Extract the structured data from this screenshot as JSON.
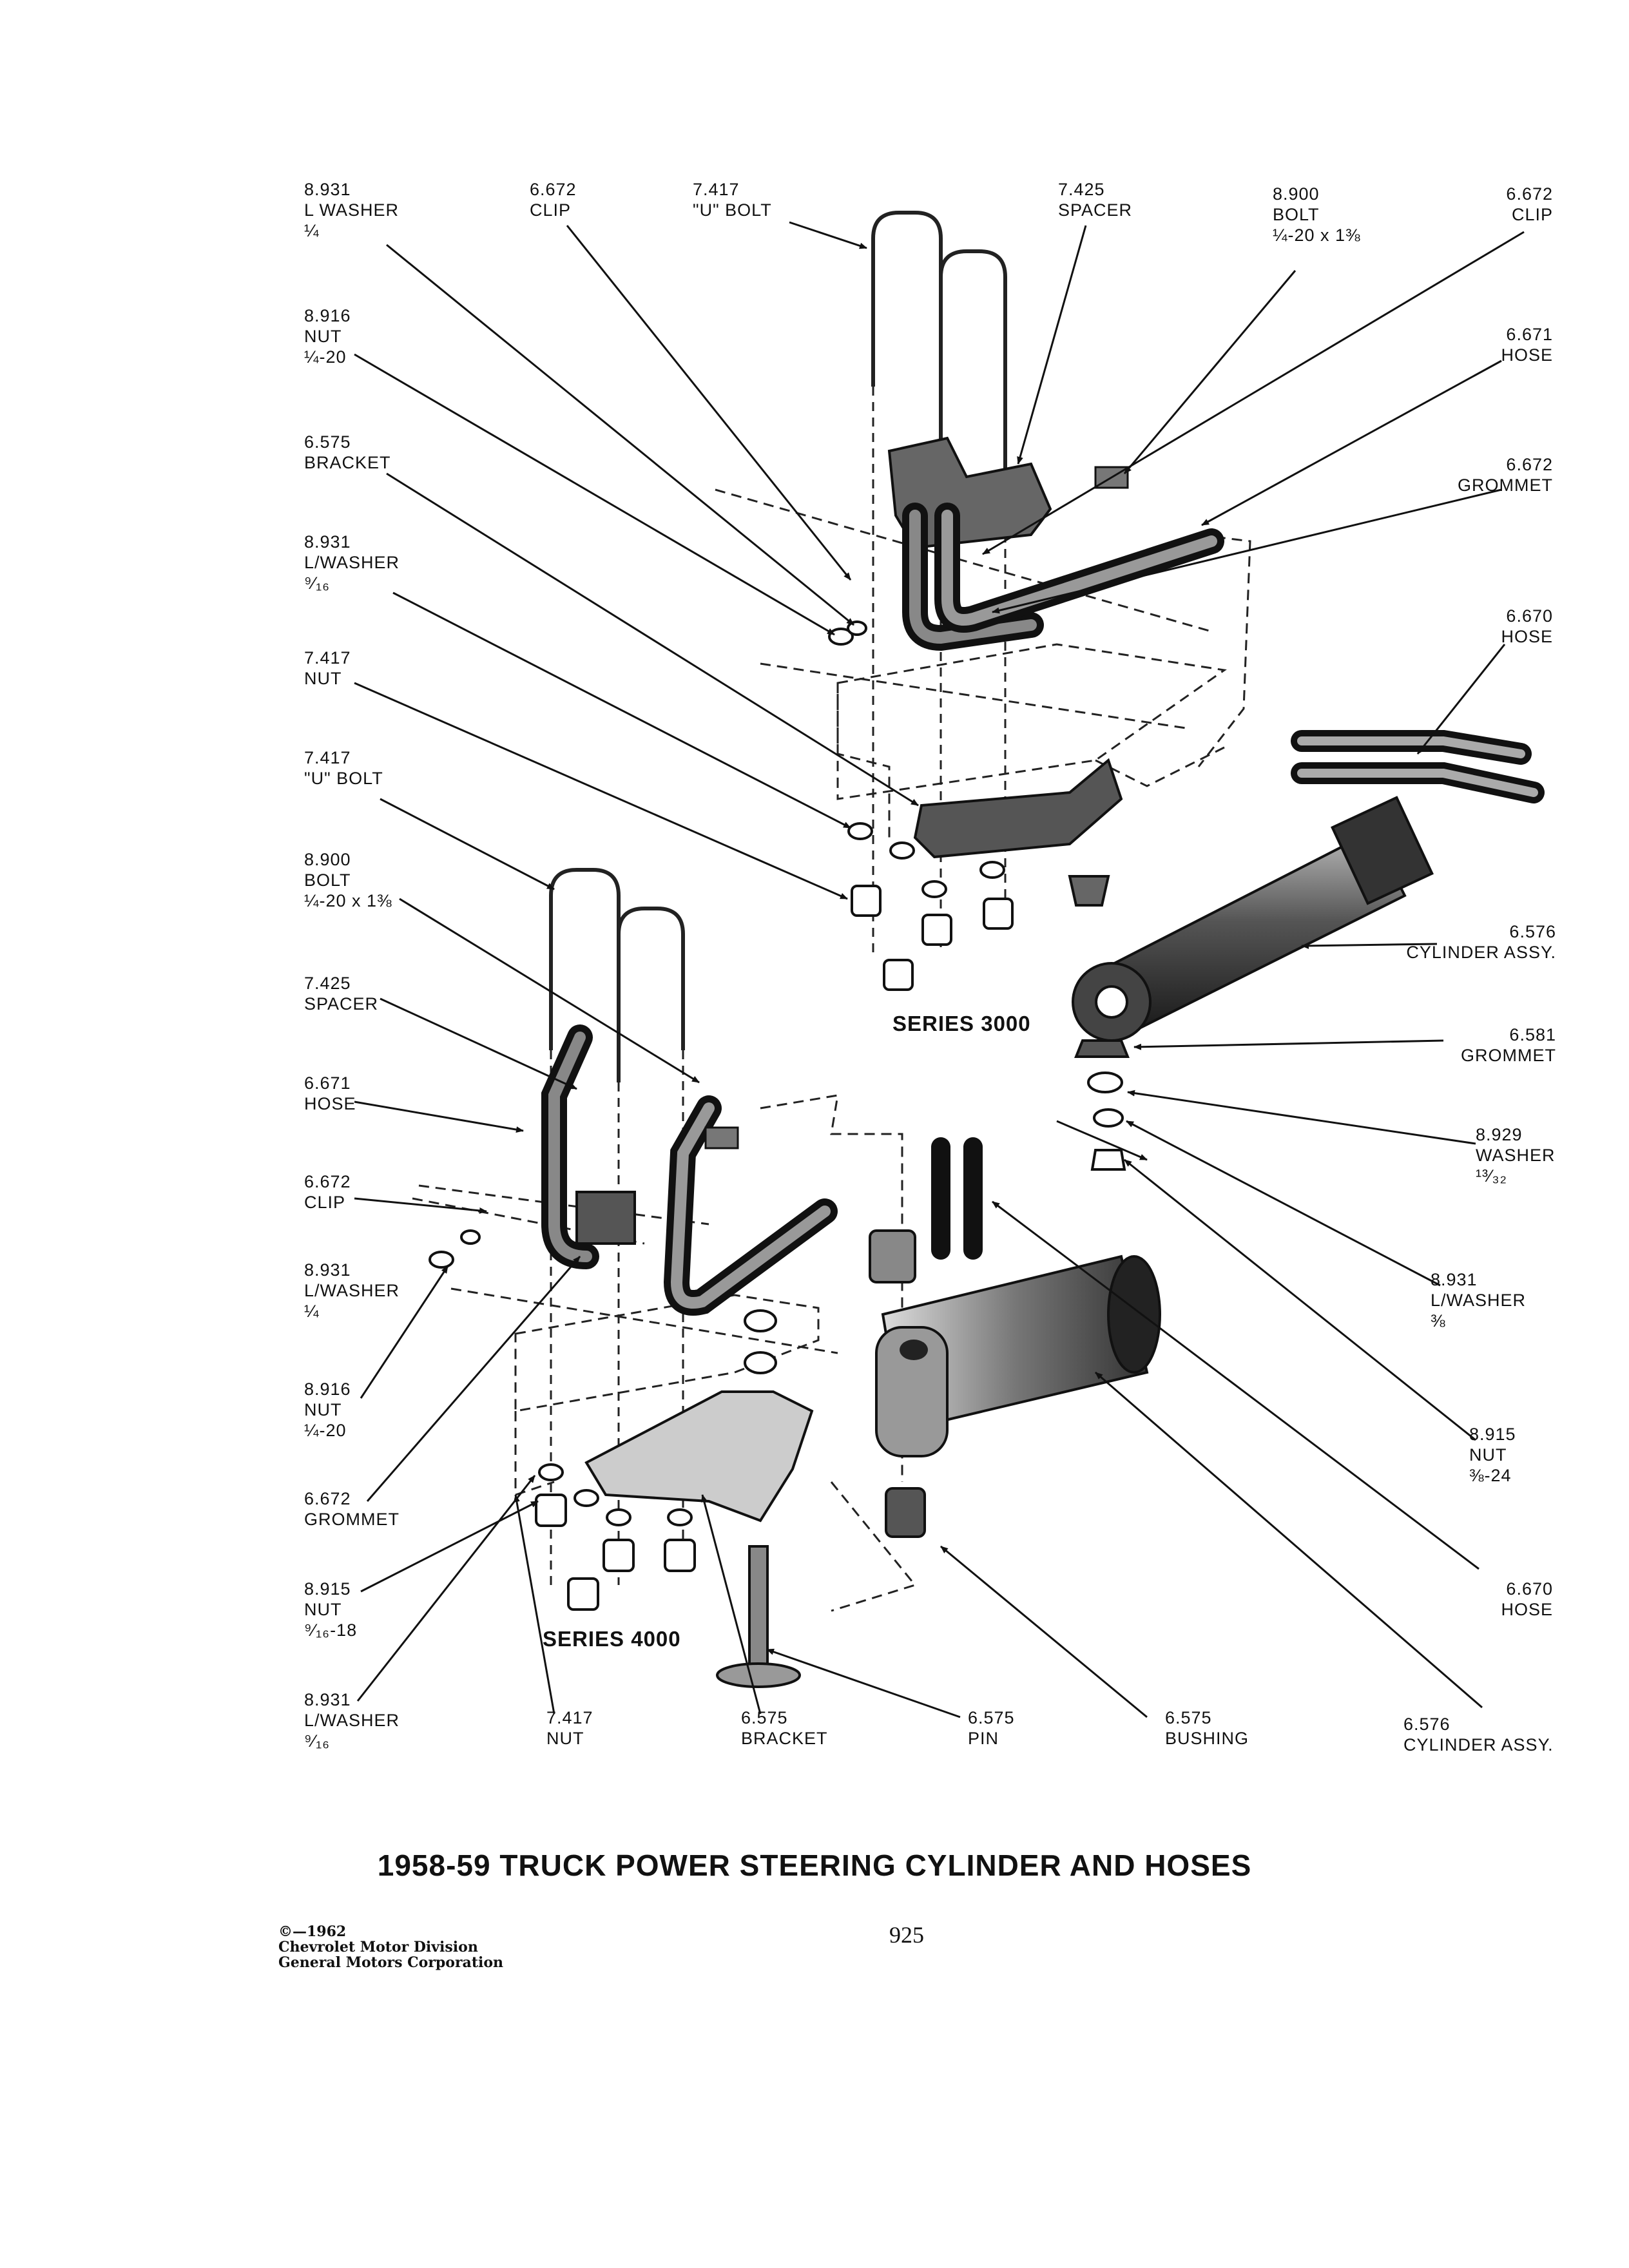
{
  "callouts": {
    "c1": [
      "8.931",
      "L WASHER",
      "¼"
    ],
    "c2": [
      "6.672",
      "CLIP"
    ],
    "c3": [
      "7.417",
      "\"U\" BOLT"
    ],
    "c4": [
      "7.425",
      "SPACER"
    ],
    "c5": [
      "8.900",
      "BOLT",
      "¼-20 x 1⅜"
    ],
    "c6": [
      "6.672",
      "CLIP"
    ],
    "c7": [
      "8.916",
      "NUT",
      "¼-20"
    ],
    "c8": [
      "6.671",
      "HOSE"
    ],
    "c9": [
      "6.575",
      "BRACKET"
    ],
    "c10": [
      "6.672",
      "GROMMET"
    ],
    "c11": [
      "8.931",
      "L/WASHER",
      "⁹⁄₁₆"
    ],
    "c12": [
      "6.670",
      "HOSE"
    ],
    "c13": [
      "7.417",
      "NUT"
    ],
    "c14": [
      "7.417",
      "\"U\" BOLT"
    ],
    "c15": [
      "8.900",
      "BOLT",
      "¼-20 x 1⅜"
    ],
    "c16": [
      "6.576",
      "CYLINDER ASSY."
    ],
    "c17": [
      "7.425",
      "SPACER"
    ],
    "c18": [
      "6.581",
      "GROMMET"
    ],
    "c19": [
      "6.671",
      "HOSE"
    ],
    "c20": [
      "8.929",
      "WASHER",
      "¹³⁄₃₂"
    ],
    "c21": [
      "6.672",
      "CLIP"
    ],
    "c22": [
      "8.931",
      "L/WASHER",
      "¼"
    ],
    "c23": [
      "8.931",
      "L/WASHER",
      "⅜"
    ],
    "c24": [
      "8.916",
      "NUT",
      "¼-20"
    ],
    "c25": [
      "8.915",
      "NUT",
      "⅜-24"
    ],
    "c26": [
      "6.672",
      "GROMMET"
    ],
    "c27": [
      "8.915",
      "NUT",
      "⁹⁄₁₆-18"
    ],
    "c28": [
      "6.670",
      "HOSE"
    ],
    "c29": [
      "8.931",
      "L/WASHER",
      "⁹⁄₁₆"
    ],
    "c30": [
      "7.417",
      "NUT"
    ],
    "c31": [
      "6.575",
      "BRACKET"
    ],
    "c32": [
      "6.575",
      "PIN"
    ],
    "c33": [
      "6.575",
      "BUSHING"
    ],
    "c34": [
      "6.576",
      "CYLINDER ASSY."
    ]
  },
  "series_labels": {
    "upper": "SERIES 3000",
    "lower": "SERIES 4000"
  },
  "title": "1958-59 TRUCK POWER STEERING CYLINDER AND HOSES",
  "copyright": [
    "©—1962",
    "Chevrolet Motor Division",
    "General Motors Corporation"
  ],
  "page_number": "925"
}
